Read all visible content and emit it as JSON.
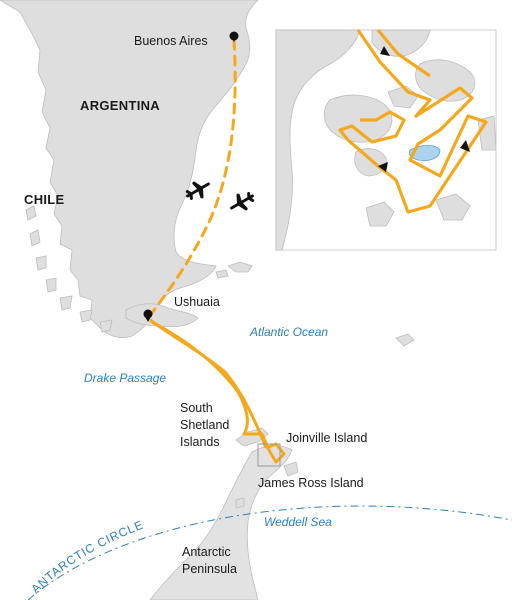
{
  "countries": {
    "argentina": "ARGENTINA",
    "chile": "CHILE"
  },
  "places": {
    "buenos_aires": "Buenos Aires",
    "ushuaia": "Ushuaia",
    "south_shetland_1": "South",
    "south_shetland_2": "Shetland",
    "south_shetland_3": "Islands",
    "joinville": "Joinville Island",
    "james_ross": "James Ross Island",
    "peninsula_1": "Antarctic",
    "peninsula_2": "Peninsula"
  },
  "water": {
    "atlantic": "Atlantic Ocean",
    "drake": "Drake Passage",
    "weddell": "Weddell Sea"
  },
  "circle_label": "ANTARCTIC CIRCLE",
  "colors": {
    "route": "#f5a81c",
    "water_text": "#2f7fb5",
    "land": "#dedede",
    "pin": "#111111",
    "ice": "#a9d3ee"
  },
  "icons": [
    "airplane-icon",
    "location-pin-icon",
    "direction-arrow-icon"
  ]
}
